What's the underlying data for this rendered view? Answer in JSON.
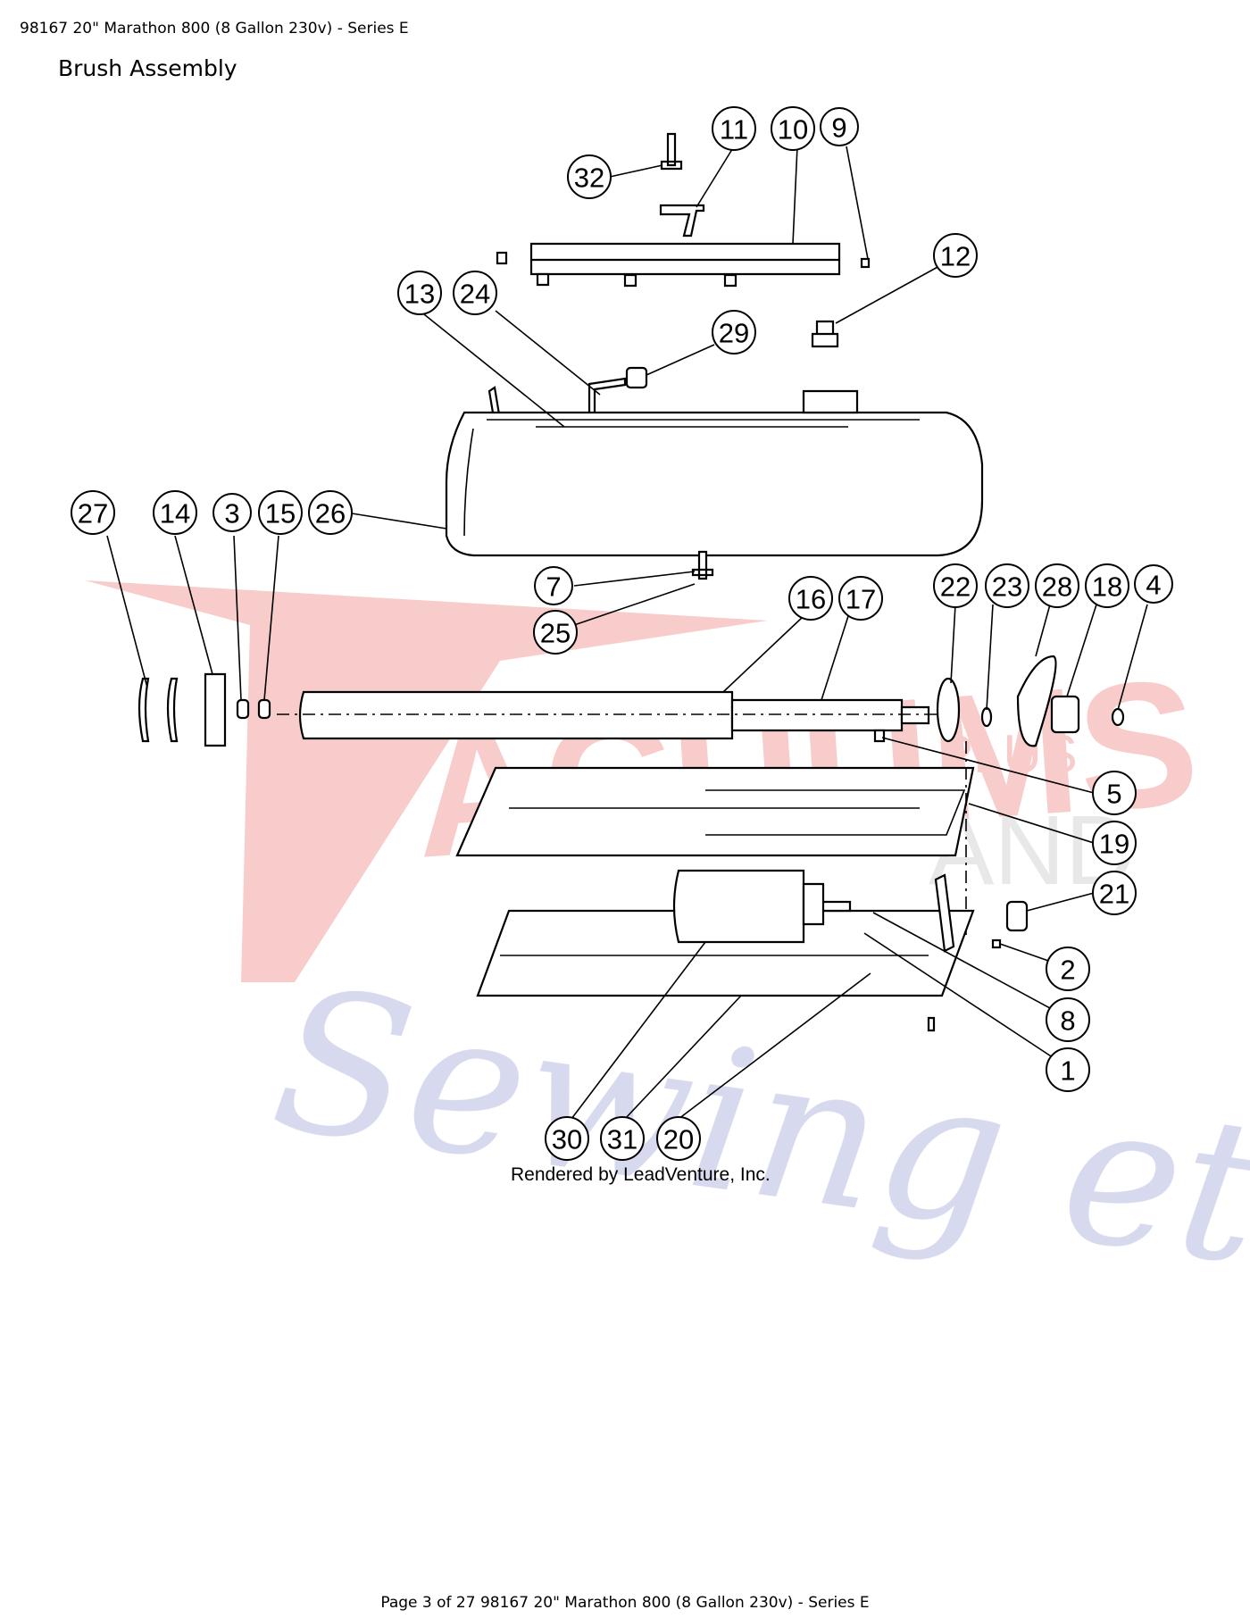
{
  "header": {
    "text": "98167 20\" Marathon 800 (8 Gallon 230v) - Series E"
  },
  "section": {
    "title": "Brush Assembly"
  },
  "footer": {
    "text": "Page 3 of 27 98167 20\" Marathon 800 (8 Gallon 230v) - Series E"
  },
  "diagram": {
    "credit": "Rendered by LeadVenture, Inc.",
    "watermark": {
      "lines": [
        "VACUUMS",
        "PLUS",
        "AND",
        "Sewing etc"
      ],
      "colors": {
        "red": "#f4a3a3",
        "blue": "#b7bbe0",
        "gray": "#d6d6d6"
      }
    },
    "callouts": [
      "32",
      "11",
      "10",
      "9",
      "12",
      "13",
      "24",
      "29",
      "27",
      "14",
      "3",
      "15",
      "26",
      "7",
      "25",
      "16",
      "17",
      "22",
      "23",
      "28",
      "18",
      "4",
      "5",
      "19",
      "21",
      "2",
      "8",
      "1",
      "30",
      "31",
      "20"
    ]
  }
}
